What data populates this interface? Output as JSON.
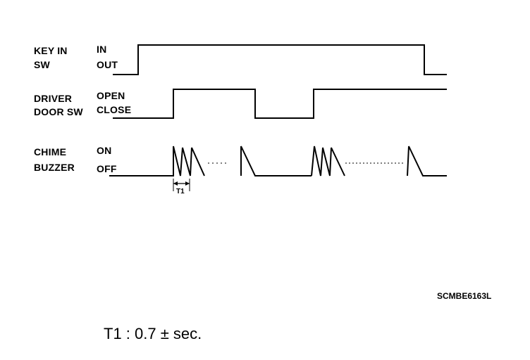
{
  "signals": [
    {
      "name_line1": "KEY IN",
      "name_line2": "SW",
      "state_high": "IN",
      "state_low": "OUT"
    },
    {
      "name_line1": "DRIVER",
      "name_line2": "DOOR SW",
      "state_high": "OPEN",
      "state_low": "CLOSE"
    },
    {
      "name_line1": "CHIME",
      "name_line2": "BUZZER",
      "state_high": "ON",
      "state_low": "OFF"
    }
  ],
  "t1_marker": "T1",
  "figure_code": "SCMBE6163L",
  "note": "T1 : 0.7 ± sec."
}
